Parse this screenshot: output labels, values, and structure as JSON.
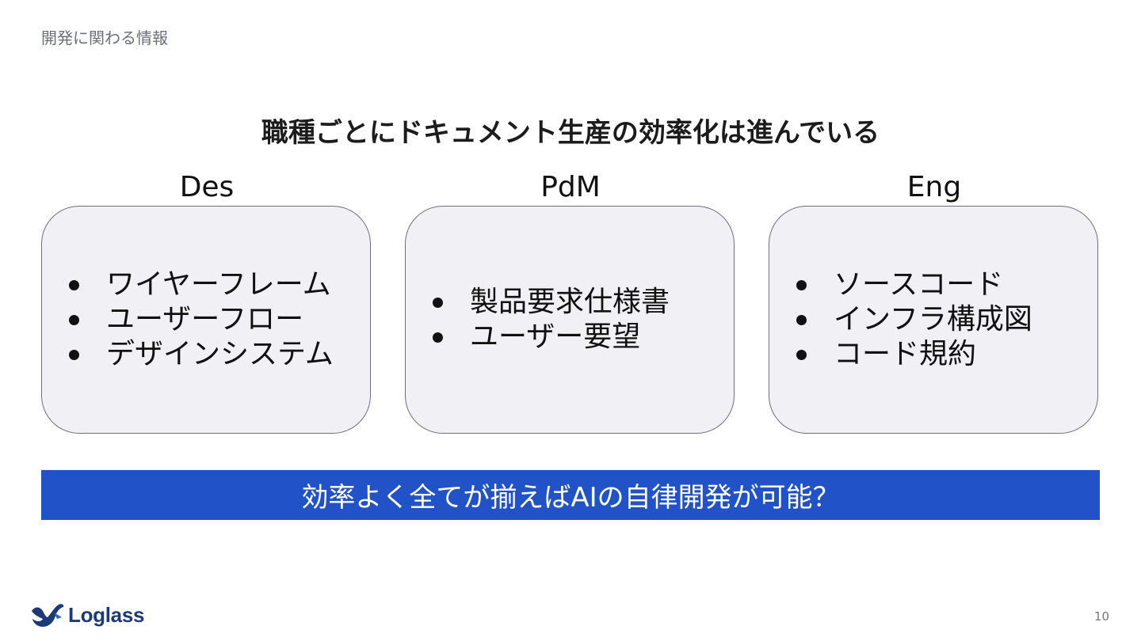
{
  "header": {
    "breadcrumb": "開発に関わる情報"
  },
  "slide": {
    "title": "職種ごとにドキュメント生産の効率化は進んでいる",
    "columns": [
      {
        "heading": "Des",
        "items": [
          "ワイヤーフレーム",
          "ユーザーフロー",
          "デザインシステム"
        ]
      },
      {
        "heading": "PdM",
        "items": [
          "製品要求仕様書",
          "ユーザー要望"
        ]
      },
      {
        "heading": "Eng",
        "items": [
          "ソースコード",
          "インフラ構成図",
          "コード規約"
        ]
      }
    ],
    "banner": "効率よく全てが揃えばAIの自律開発が可能？"
  },
  "footer": {
    "logo_text": "Loglass",
    "logo_icon": "bird-icon",
    "page_number": "10"
  },
  "colors": {
    "banner": "#2252c8",
    "card_bg": "#f0f0f5",
    "card_border": "#6f6e7f",
    "logo": "#1d3a78"
  }
}
